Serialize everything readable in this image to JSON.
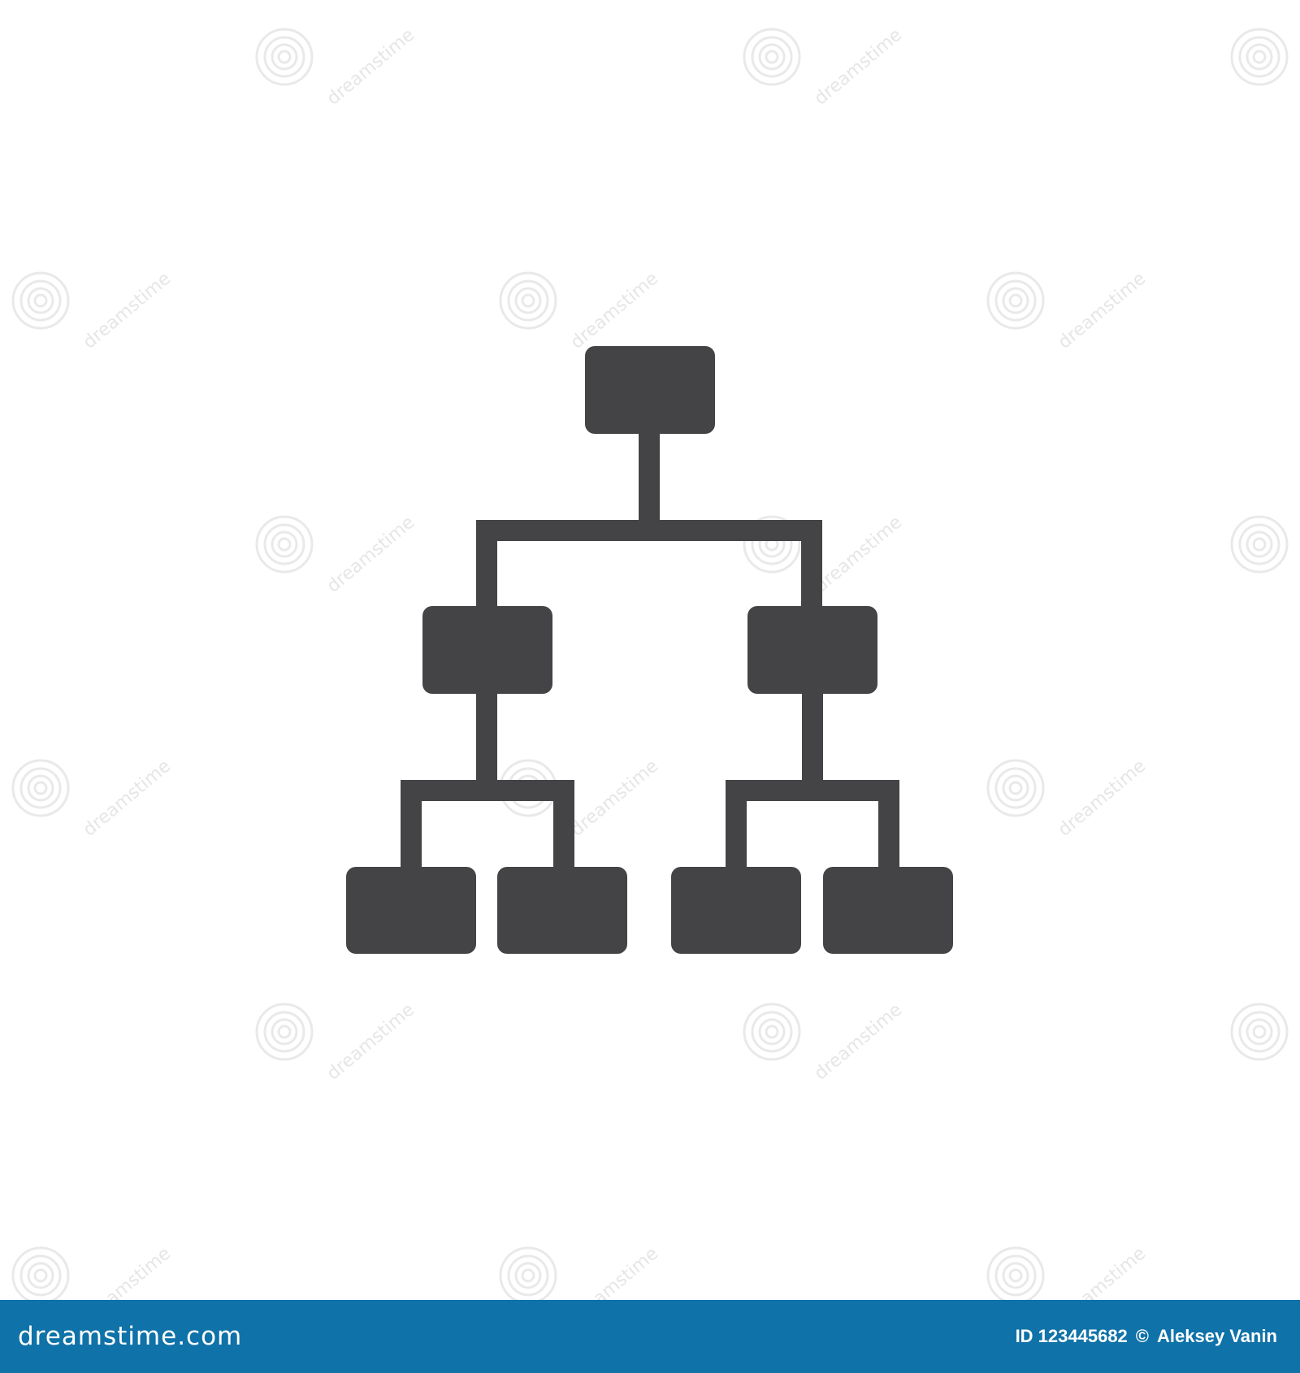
{
  "image": {
    "background_color": "#ffffff",
    "icon_color": "#444446",
    "watermark_color": "#e9e9e9",
    "watermark_text": "dreamstime",
    "icon_name": "hierarchy-structure-icon"
  },
  "footer": {
    "background_color": "#0f72a8",
    "brand": "dreamstime.com",
    "id_label": "ID 123445682",
    "copyright_symbol": "©",
    "author": "Aleksey Vanin"
  }
}
